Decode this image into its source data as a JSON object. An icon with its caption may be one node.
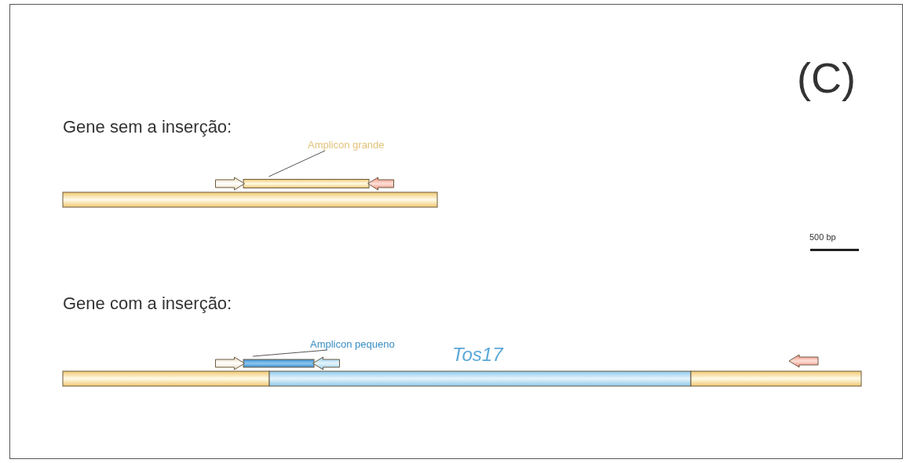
{
  "diagram": {
    "nodes": [
      {
        "text": [
          "Amplicon grande"
        ]
      },
      {
        "text": [],
        "shape": "bar"
      },
      {
        "text": [
          "Amplicon pequeno"
        ]
      },
      {
        "text": [],
        "shape": "bar"
      }
    ],
    "edges": [
      {
        "from": 0,
        "to": 1,
        "arrow": "none"
      },
      {
        "from": 2,
        "to": 3,
        "arrow": "none"
      }
    ],
    "labels": [
      "(C)",
      "Gene sem a inserção:",
      "500 bp",
      "Gene com a inserção:",
      "Tos17"
    ]
  }
}
